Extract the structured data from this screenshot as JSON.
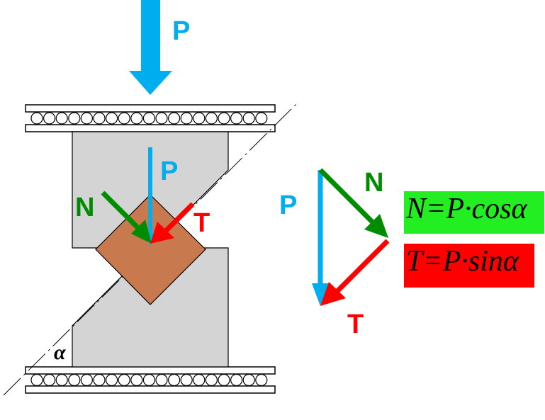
{
  "labels": {
    "top_force": "P",
    "inner_force": "P",
    "normal_left": "N",
    "tangent_left": "T",
    "alpha": "α",
    "triangle_p": "P",
    "triangle_n": "N",
    "triangle_t": "T"
  },
  "formulas": {
    "normal": "N=P·cosα",
    "tangent": "T=P·sinα"
  },
  "colors": {
    "force_p": "#00AEEF",
    "force_n": "#008C00",
    "force_t": "#FF0000",
    "block": "#D4D4D4",
    "specimen": "#C87A4E",
    "formula_n_bg": "#22EE22",
    "formula_t_bg": "#FF0000"
  }
}
